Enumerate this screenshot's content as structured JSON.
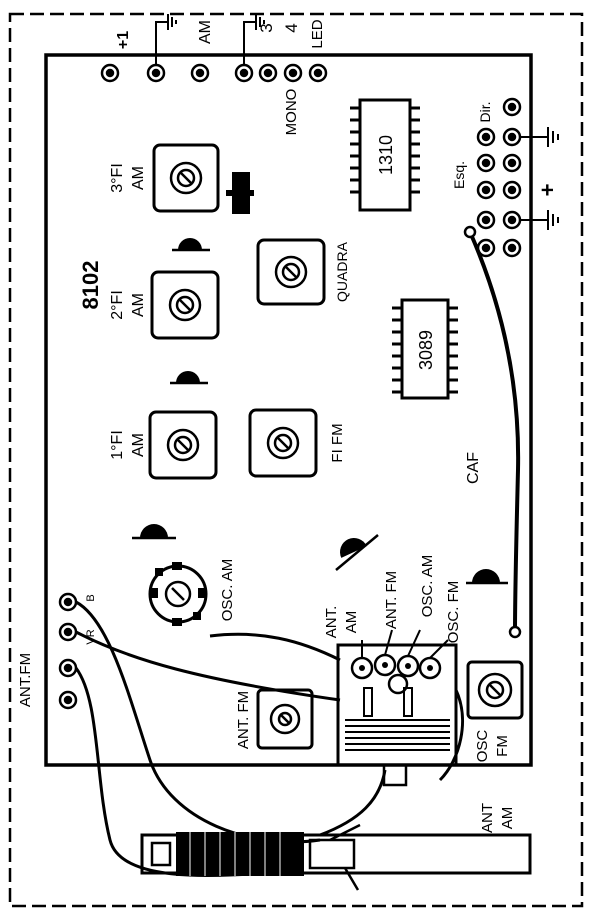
{
  "board": {
    "id": "8102",
    "ic1": "1310",
    "ic2": "3089"
  },
  "labels": {
    "plus1": "+1",
    "am": "AM",
    "three": "3",
    "four": "4",
    "led": "LED",
    "mono": "MONO",
    "dir": "Dir.",
    "esq": "Esq.",
    "plus": "+",
    "fi3": "3°FI",
    "fi3am": "AM",
    "fi2": "2°FI",
    "fi2am": "AM",
    "fi1": "1°FI",
    "fi1am": "AM",
    "fifm": "FI  FM",
    "quadra": "QUADRA",
    "caf": "CAF",
    "oscam": "OSC. AM",
    "antam1": "ANT.",
    "antam2": "AM",
    "antfm_cap": "ANT. FM",
    "oscam2": "OSC. AM",
    "oscfm": "OSC. FM",
    "antfm_trim": "ANT. FM",
    "oscfm1": "OSC",
    "oscfm2": "FM",
    "antfm_left": "ANT.FM",
    "vr": "VR",
    "b": "B",
    "antam_rod1": "ANT",
    "antam_rod2": "AM"
  }
}
